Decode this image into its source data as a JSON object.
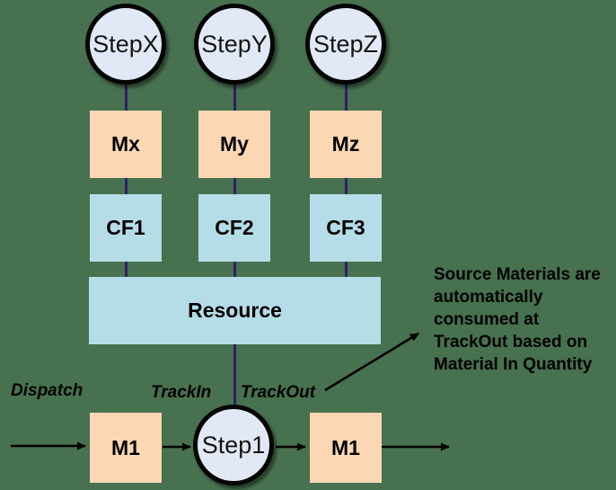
{
  "canvas": {
    "background_color": "#47714F"
  },
  "colors": {
    "circle_fill": "#E2E9F6",
    "circle_border": "#050505",
    "material_box_fill": "#FBD7B4",
    "carrier_box_fill": "#B5DDE8",
    "resource_box_fill": "#B5DDE8",
    "connector_line": "#2B2262",
    "arrow": "#000000",
    "text": "#000000"
  },
  "columns": [
    {
      "step": "StepX",
      "material": "Mx",
      "carrier": "CF1"
    },
    {
      "step": "StepY",
      "material": "My",
      "carrier": "CF2"
    },
    {
      "step": "StepZ",
      "material": "Mz",
      "carrier": "CF3"
    }
  ],
  "resource": {
    "label": "Resource"
  },
  "flow": {
    "dispatch_label": "Dispatch",
    "trackin_label": "TrackIn",
    "trackout_label": "TrackOut",
    "material_in": "M1",
    "step": "Step1",
    "material_out": "M1"
  },
  "annotation": {
    "text": "Source Materials are\nautomatically\nconsumed at\nTrackOut based on\nMaterial In Quantity"
  }
}
